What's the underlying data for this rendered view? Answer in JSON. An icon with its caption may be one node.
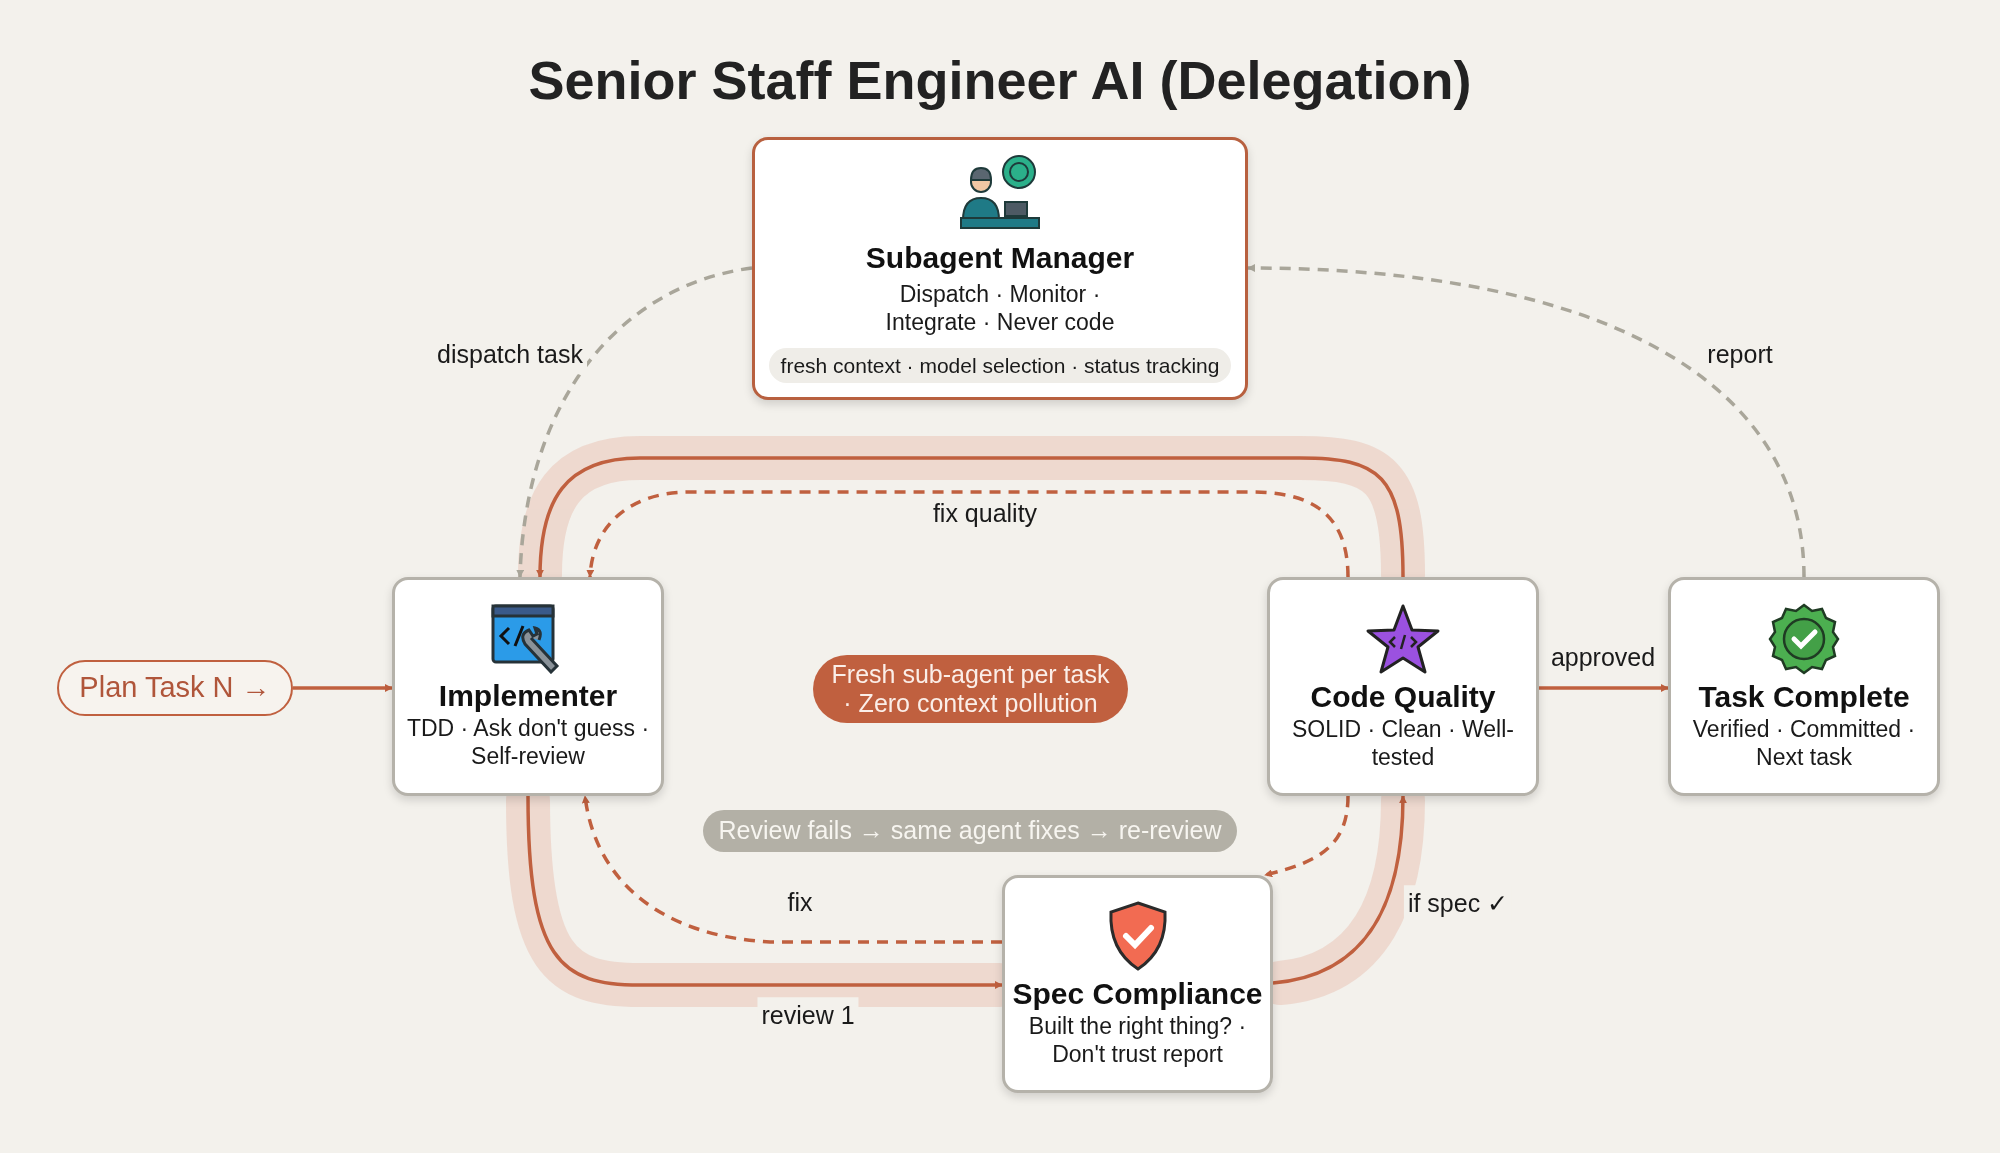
{
  "diagram": {
    "title": "Senior Staff Engineer AI (Delegation)",
    "nodes": [
      {
        "text": [
          "Subagent Manager",
          "Dispatch · Monitor · Integrate · Never code",
          "fresh context · model selection · status tracking"
        ]
      },
      {
        "text": [
          "Plan Task N →"
        ]
      },
      {
        "text": [
          "Implementer",
          "TDD · Ask don't guess · Self-review"
        ]
      },
      {
        "text": [
          "Fresh sub-agent per task · Zero context pollution"
        ]
      },
      {
        "text": [
          "Code Quality",
          "SOLID · Clean · Well-tested"
        ]
      },
      {
        "text": [
          "Task Complete",
          "Verified · Committed · Next task"
        ]
      },
      {
        "text": [
          "Review fails → same agent fixes → re-review"
        ]
      },
      {
        "text": [
          "Spec Compliance",
          "Built the right thing? · Don't trust report"
        ]
      }
    ],
    "edges": [
      {
        "from": 1,
        "to": 2,
        "arrow": "to"
      },
      {
        "from": 2,
        "to": 7,
        "label": "review 1",
        "arrow": "to"
      },
      {
        "from": 7,
        "to": 4,
        "label": "if spec ✓",
        "arrow": "to"
      },
      {
        "from": 4,
        "to": 2,
        "arrow": "to"
      },
      {
        "from": 4,
        "to": 2,
        "label": "fix quality",
        "arrow": "to",
        "style": "dashed"
      },
      {
        "from": 7,
        "to": 2,
        "label": "fix",
        "arrow": "to",
        "style": "dashed"
      },
      {
        "from": 4,
        "to": 7,
        "arrow": "to",
        "style": "dashed"
      },
      {
        "from": 4,
        "to": 5,
        "label": "approved",
        "arrow": "to"
      },
      {
        "from": 0,
        "to": 2,
        "label": "dispatch task",
        "arrow": "to",
        "style": "dashed",
        "color": "#a9a69a"
      },
      {
        "from": 5,
        "to": 0,
        "label": "report",
        "arrow": "to",
        "style": "dashed",
        "color": "#a9a69a"
      }
    ]
  }
}
